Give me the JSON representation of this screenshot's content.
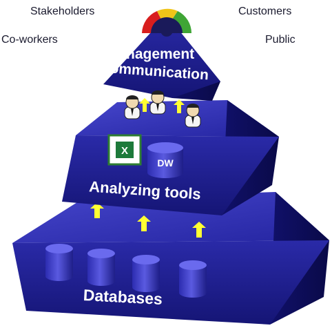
{
  "corners": {
    "top_left": "Stakeholders",
    "top_right": "Customers",
    "mid_left": "Co-workers",
    "mid_right": "Public"
  },
  "tiers": {
    "top": {
      "label_line1": "Management",
      "label_line2": "communication"
    },
    "middle": {
      "label": "Analyzing tools",
      "dw_label": "DW",
      "excel_icon": "excel-icon"
    },
    "bottom": {
      "label": "Databases",
      "database_count": 4
    }
  },
  "colors": {
    "pyramid_face": "#1e1e8c",
    "pyramid_top": "#3a3ac2",
    "pyramid_dark": "#0c0c52",
    "arrow": "#ffff33",
    "gauge_red": "#d81e1e",
    "gauge_yellow": "#f0c419",
    "gauge_green": "#3fa535"
  },
  "icons": [
    "gauge-icon",
    "people-icon",
    "excel-icon",
    "database-icon",
    "up-arrow-icon"
  ]
}
